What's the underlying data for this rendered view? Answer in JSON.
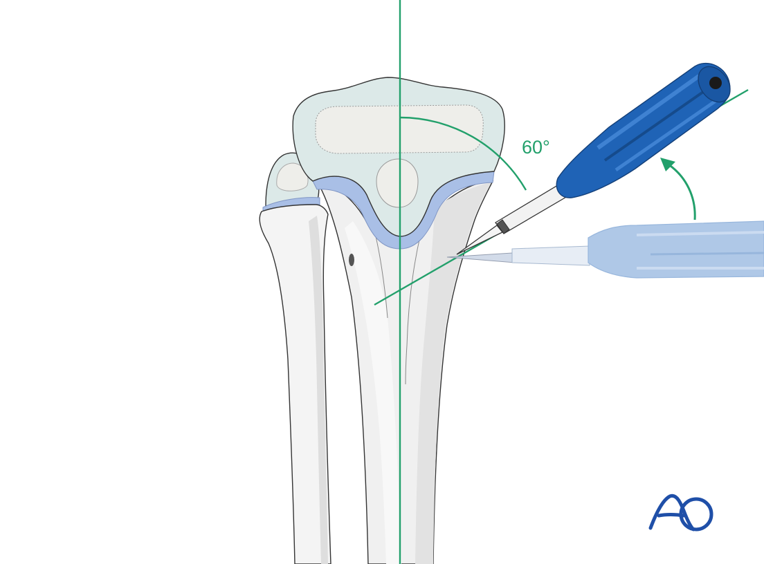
{
  "angle": {
    "label": "60°",
    "degrees": 60
  },
  "logo": {
    "text": "AO"
  },
  "colors": {
    "guide_line": "#22a06b",
    "instrument_blue": "#1f63b6",
    "instrument_blue_dark": "#154b8c",
    "ghost_instrument": "#a9c4e6",
    "bone": "#f1f1f1",
    "bone_shadow": "#dcdcdc",
    "epiphysis": "#dce9e8",
    "growth_plate": "#a9bfe6",
    "logo": "#1f4fa8"
  },
  "icons": {
    "rotation_arrow": "curved-arrow-icon",
    "awl_current": "awl-icon",
    "awl_previous": "awl-ghost-icon"
  }
}
